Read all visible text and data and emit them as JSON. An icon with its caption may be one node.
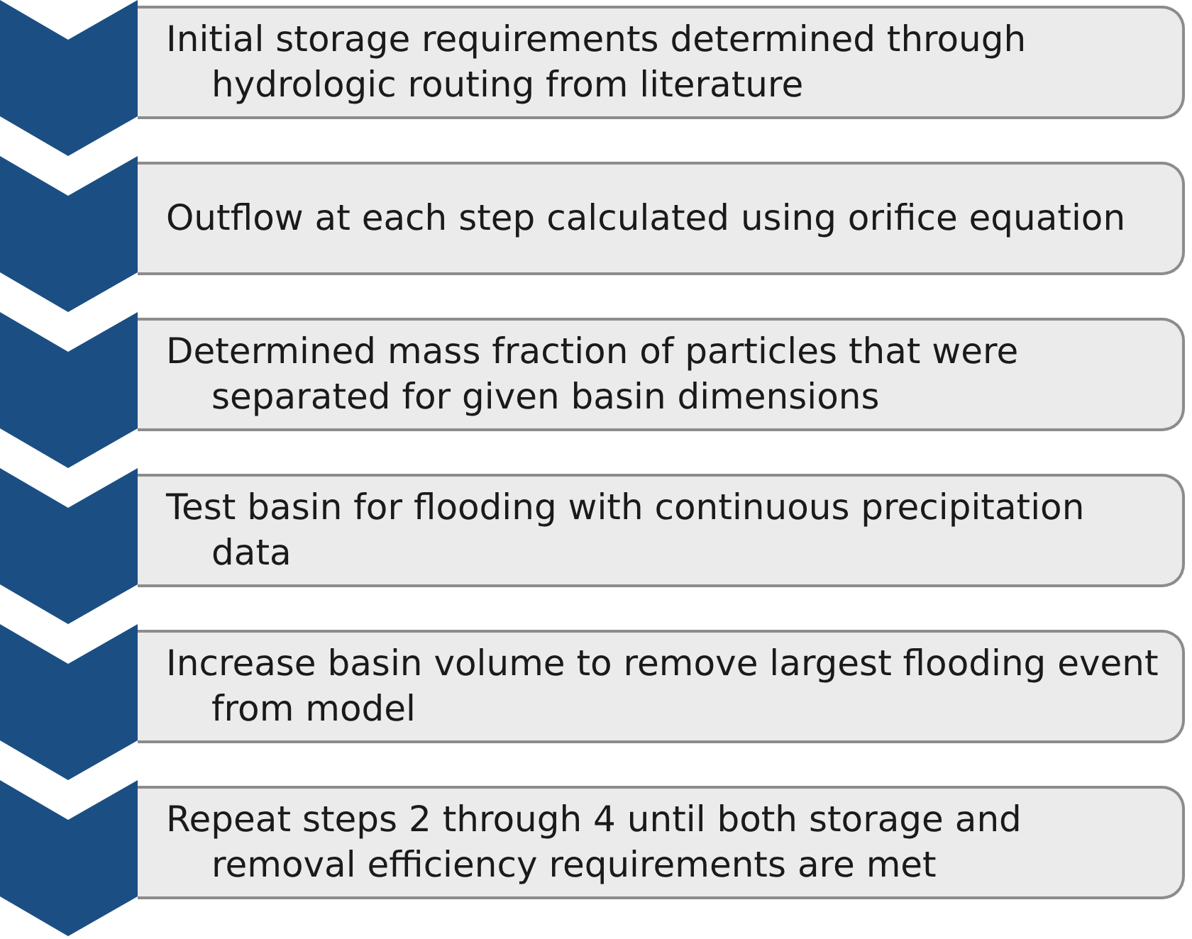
{
  "diagram": {
    "nodes": [
      {
        "text": [
          "Initial storage requirements determined through hydrologic routing from literature"
        ]
      },
      {
        "text": [
          "Outflow at each step calculated using orifice equation"
        ]
      },
      {
        "text": [
          "Determined mass fraction of particles that were separated for given basin dimensions"
        ]
      },
      {
        "text": [
          "Test basin for flooding with continuous precipitation data"
        ]
      },
      {
        "text": [
          "Increase basin volume to remove largest flooding event from model"
        ]
      },
      {
        "text": [
          "Repeat steps 2 through 4 until both storage and removal efficiency requirements are met"
        ]
      }
    ]
  }
}
